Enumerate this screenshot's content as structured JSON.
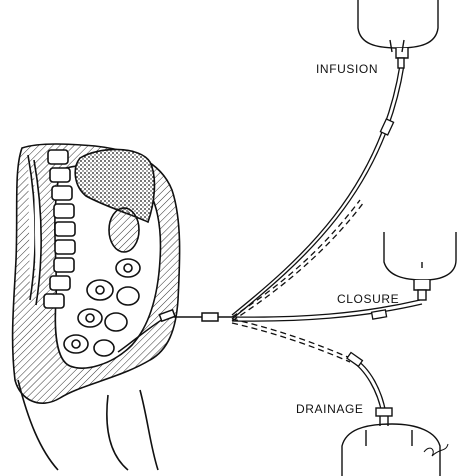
{
  "labels": {
    "infusion": "INFUSION",
    "closure": "CLOSURE",
    "drainage": "DRAINAGE"
  },
  "colors": {
    "line": "#111111",
    "hatch": "#333333",
    "background": "#ffffff"
  }
}
